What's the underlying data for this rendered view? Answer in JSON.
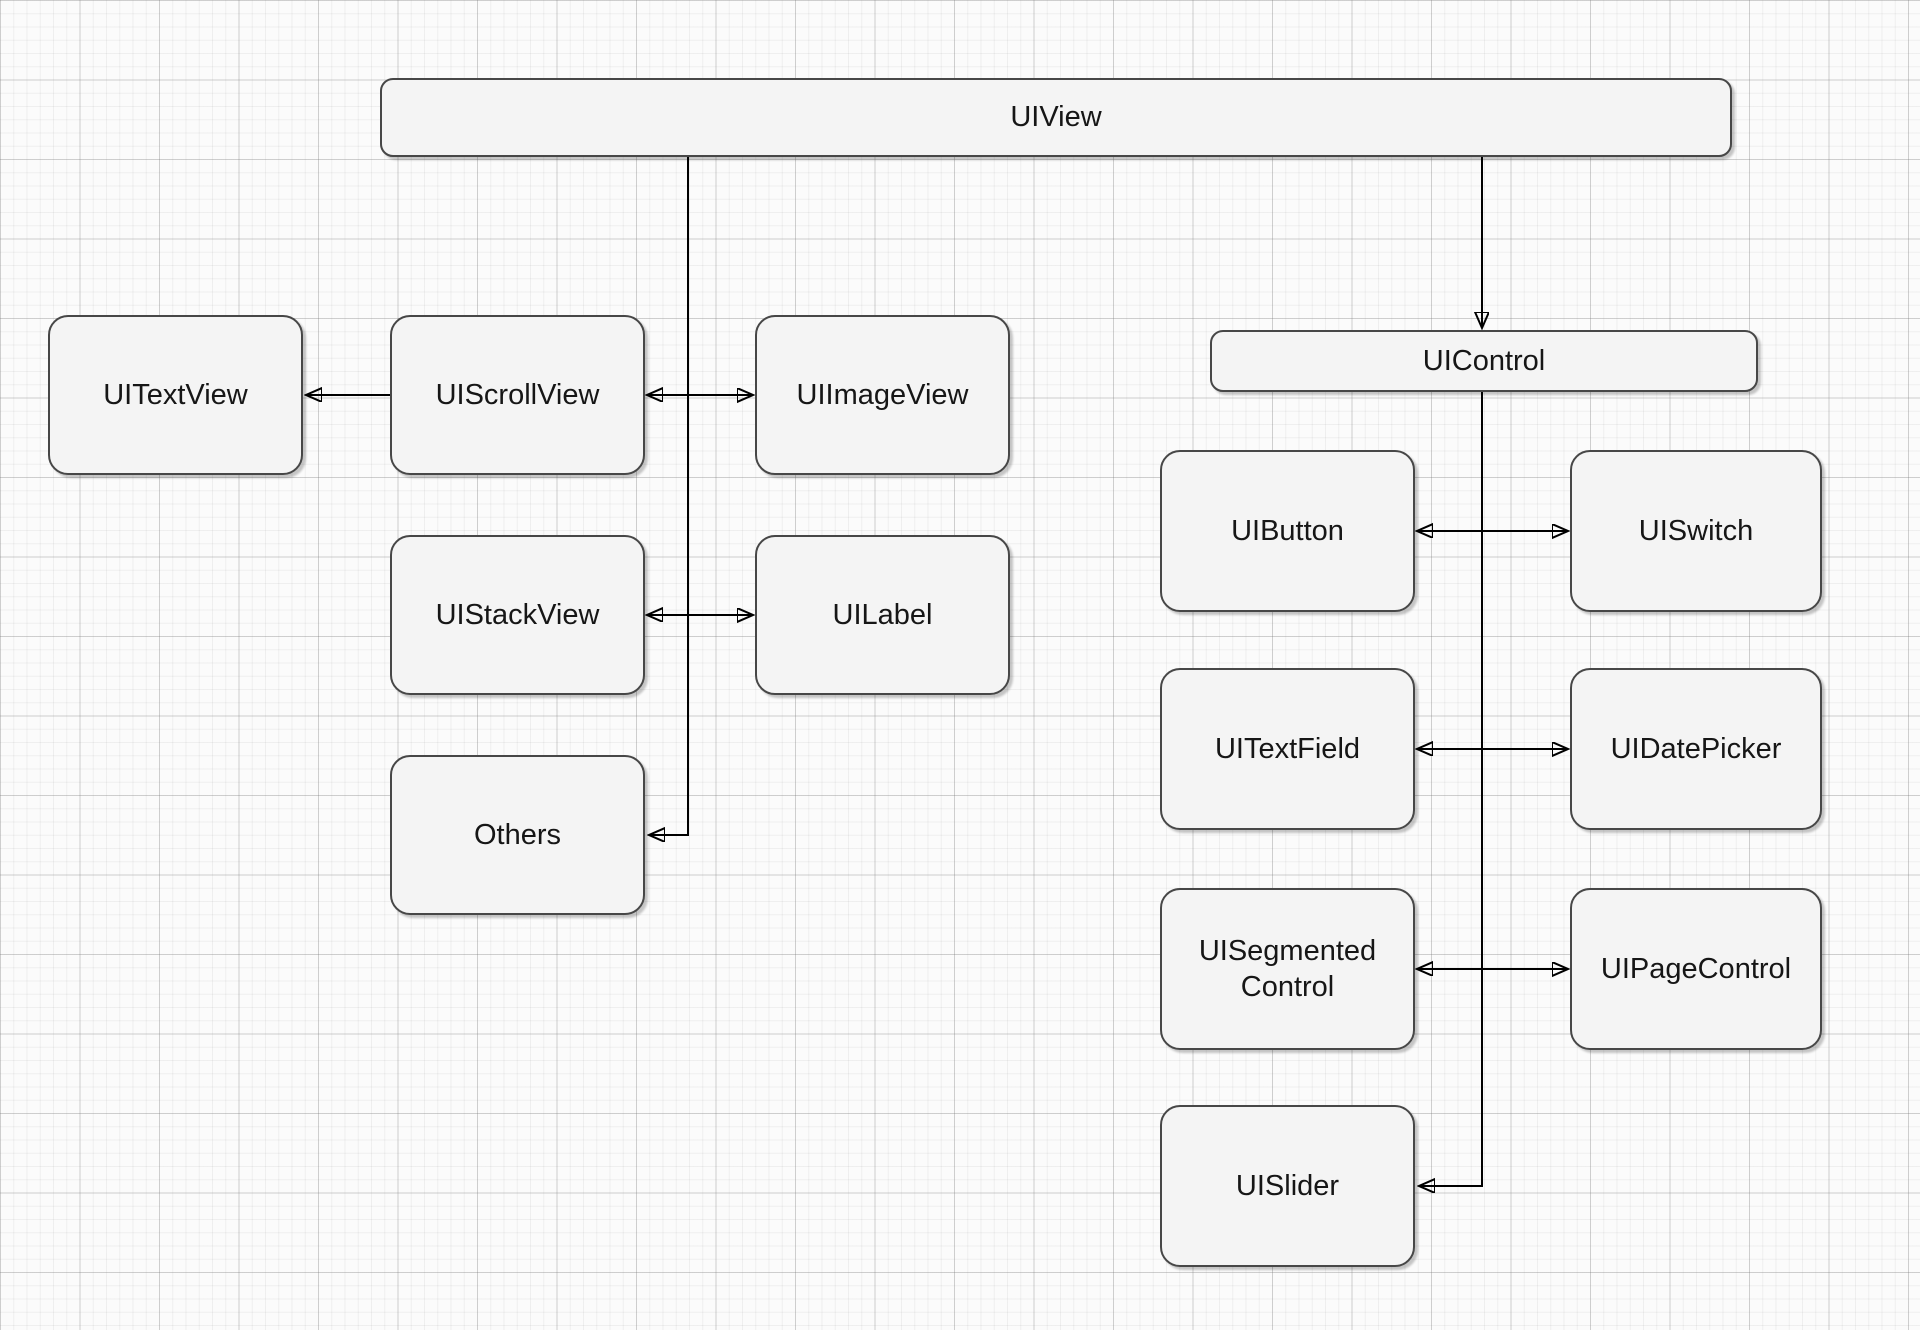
{
  "diagram": {
    "nodes": {
      "uiview": {
        "label": "UIView"
      },
      "uitextview": {
        "label": "UITextView"
      },
      "uiscrollview": {
        "label": "UIScrollView"
      },
      "uiimageview": {
        "label": "UIImageView"
      },
      "uistackview": {
        "label": "UIStackView"
      },
      "uilabel": {
        "label": "UILabel"
      },
      "others": {
        "label": "Others"
      },
      "uicontrol": {
        "label": "UIControl"
      },
      "uibutton": {
        "label": "UIButton"
      },
      "uiswitch": {
        "label": "UISwitch"
      },
      "uitextfield": {
        "label": "UITextField"
      },
      "uidatepicker": {
        "label": "UIDatePicker"
      },
      "uisegmentedcontrol": {
        "label": "UISegmented Control"
      },
      "uipagecontrol": {
        "label": "UIPageControl"
      },
      "uislider": {
        "label": "UISlider"
      }
    },
    "edges": [
      {
        "from": "UIView",
        "to": "UIControl",
        "arrow": "single",
        "shape": "straight"
      },
      {
        "from": "UIView",
        "to": "Others",
        "arrow": "single",
        "shape": "elbow"
      },
      {
        "from": "UIControl",
        "to": "UISlider",
        "arrow": "single",
        "shape": "elbow"
      },
      {
        "from": "UIScrollView",
        "to": "UITextView",
        "arrow": "single",
        "shape": "straight"
      },
      {
        "from": "UIScrollView",
        "to": "UIImageView",
        "arrow": "double",
        "shape": "straight"
      },
      {
        "from": "UIStackView",
        "to": "UILabel",
        "arrow": "double",
        "shape": "straight"
      },
      {
        "from": "UIButton",
        "to": "UISwitch",
        "arrow": "double",
        "shape": "straight"
      },
      {
        "from": "UITextField",
        "to": "UIDatePicker",
        "arrow": "double",
        "shape": "straight"
      },
      {
        "from": "UISegmentedControl",
        "to": "UIPageControl",
        "arrow": "double",
        "shape": "straight"
      }
    ],
    "colors": {
      "canvas": "#fbfbfb",
      "node_fill": "#f4f4f4",
      "node_border": "#474747",
      "edge": "#000000",
      "grid_major": "#d9d9d9",
      "grid_minor": "#efefef"
    }
  }
}
